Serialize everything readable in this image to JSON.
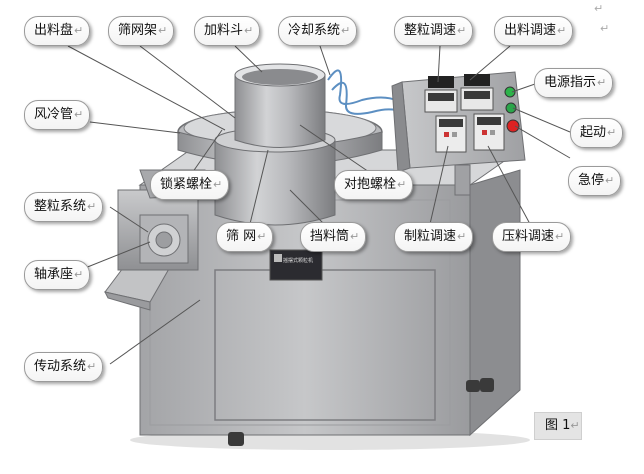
{
  "callouts": {
    "chuliaopan": "出料盘",
    "shaiwangjia": "筛网架",
    "jialiaodou": "加料斗",
    "lengque": "冷却系统",
    "zhengli_tiaosu": "整粒调速",
    "chuliao_tiaosu": "出料调速",
    "dianyuan": "电源指示",
    "fenglengguan": "风冷管",
    "qidong": "起动",
    "jiting": "急停",
    "suojin": "锁紧螺栓",
    "duibao": "对抱螺栓",
    "zhengli_xitong": "整粒系统",
    "shaiwang": "筛 网",
    "dangliaotong": "挡料筒",
    "zhili_tiaosu": "制粒调速",
    "yaliao_tiaosu": "压料调速",
    "zhouchengzuo": "轴承座",
    "chuandong": "传动系统"
  },
  "marks": {
    "return_arrow": "↵",
    "anchor": "↵"
  },
  "figure_label": "图 1",
  "machine_plate": "摇摆式颗粒机"
}
